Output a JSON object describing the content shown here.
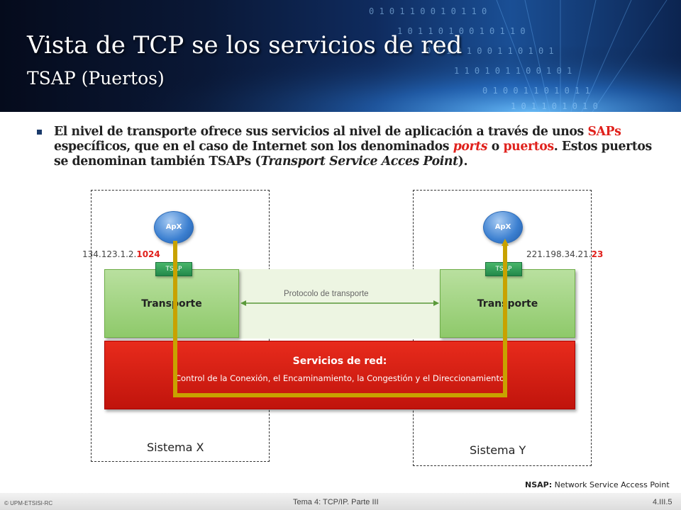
{
  "header": {
    "title": "Vista de TCP se los servicios de red",
    "subtitle": "TSAP (Puertos)"
  },
  "body": {
    "t1": "El nivel de transporte ofrece sus servicios al nivel de aplicación a través de unos ",
    "t2": "SAPs",
    "t3": " específicos, que en el caso de Internet son los denominados ",
    "t4": "ports",
    "t5": " o ",
    "t6": "puertos",
    "t7": ". Estos puertos se denominan también TSAPs (",
    "t8": "Transport Service Acces Point",
    "t9": ")."
  },
  "diagram": {
    "left": {
      "app": "ApX",
      "tsap": "TSAP",
      "transport": "Transporte",
      "addr_base": "134.123.1.2.",
      "addr_port": "1024",
      "system": "Sistema X"
    },
    "right": {
      "app": "ApX",
      "tsap": "TSAP",
      "transport": "Transporte",
      "addr_base": "221.198.34.21.",
      "addr_port": "23",
      "system": "Sistema Y"
    },
    "protocol_label": "Protocolo de transporte",
    "network": {
      "title": "Servicios de red:",
      "subtitle": "Control de la Conexión, el Encaminamiento, la Congestión y el Direccionamiento"
    }
  },
  "note": {
    "bold": "NSAP:",
    "text": " Network Service Access Point"
  },
  "footer": {
    "left": "© UPM-ETSISI-RC",
    "center": "Tema 4: TCP/IP.  Parte III",
    "right": "4.III.5"
  },
  "colors": {
    "path": "#c8a200",
    "accent_red": "#e0211c",
    "arrow_green": "#5a9a3a"
  }
}
